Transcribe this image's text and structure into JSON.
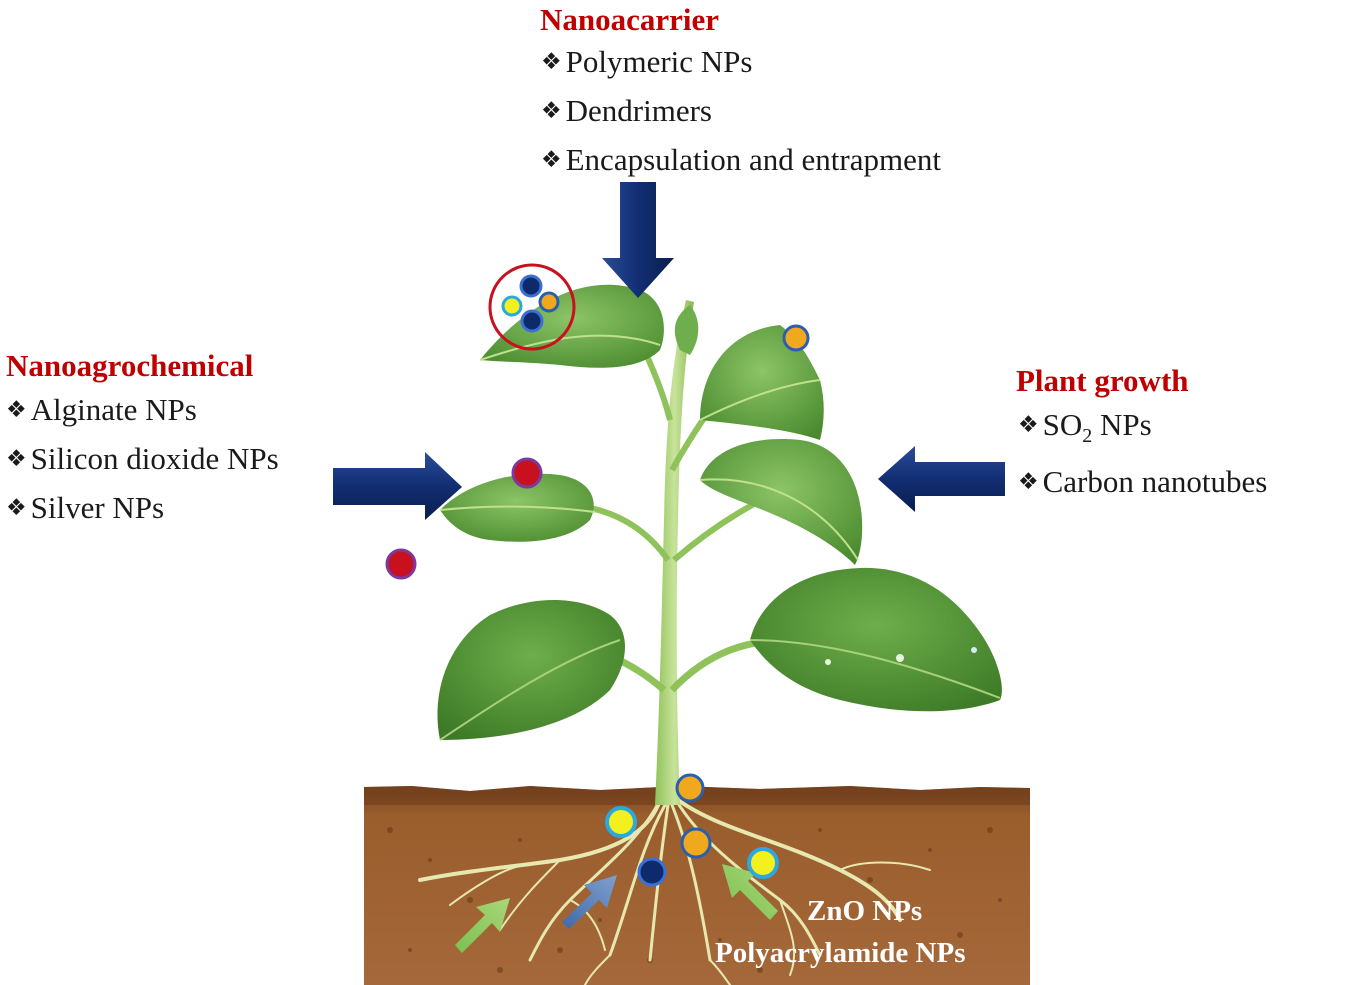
{
  "nanoacarrier": {
    "heading": "Nanoacarrier",
    "items": [
      "Polymeric NPs",
      "Dendrimers",
      "Encapsulation and entrapment"
    ]
  },
  "nanoagrochemical": {
    "heading": "Nanoagrochemical",
    "items": [
      "Alginate NPs",
      "Silicon dioxide NPs",
      "Silver NPs"
    ]
  },
  "plant_growth": {
    "heading": "Plant growth",
    "items": [
      {
        "prefix": "SO",
        "subscript": "2",
        "suffix": " NPs"
      },
      {
        "prefix": "Carbon nanotubes",
        "subscript": "",
        "suffix": ""
      }
    ]
  },
  "roots": {
    "line1": "ZnO NPs",
    "line2": "Polyacrylamide NPs"
  },
  "bullet_symbol": "❖",
  "colors": {
    "heading_red": "#c00000",
    "arrow_navy": "#0f2a6e",
    "soil_brown": "#8a5326",
    "leaf_green": "#5e9e3c",
    "np_orange": "#f0a81c",
    "np_yellow": "#f4f01e",
    "np_navy": "#0d2a6b",
    "np_red": "#c8101e"
  }
}
